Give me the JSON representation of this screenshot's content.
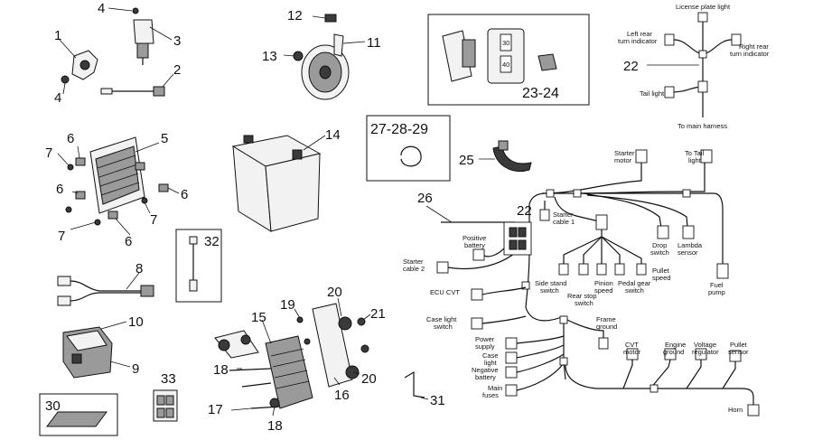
{
  "callouts": {
    "c1": "1",
    "c2": "2",
    "c3": "3",
    "c4a": "4",
    "c4b": "4",
    "c5": "5",
    "c6a": "6",
    "c6b": "6",
    "c6c": "6",
    "c6d": "6",
    "c7a": "7",
    "c7b": "7",
    "c7c": "7",
    "c8": "8",
    "c9": "9",
    "c10": "10",
    "c11": "11",
    "c12": "12",
    "c13": "13",
    "c14": "14",
    "c15": "15",
    "c16": "16",
    "c17": "17",
    "c18a": "18",
    "c18b": "18",
    "c19": "19",
    "c20a": "20",
    "c20b": "20",
    "c21": "21",
    "c22a": "22",
    "c22b": "22",
    "c2324": "23-24",
    "c25": "25",
    "c26": "26",
    "c272829": "27-28-29",
    "c30": "30",
    "c31": "31",
    "c32": "32",
    "c33": "33"
  },
  "labels": {
    "license_plate_light": "License plate light",
    "left_rear_turn_1": "Left rear",
    "left_rear_turn_2": "turn indicator",
    "right_rear_turn_1": "Right rear",
    "right_rear_turn_2": "turn indicator",
    "tail_light": "Tail light",
    "to_main_harness": "To main harness",
    "starter_motor_1": "Starter",
    "starter_motor_2": "motor",
    "to_tail_light_1": "To Tail",
    "to_tail_light_2": "light",
    "starter_cable1_1": "Starter",
    "starter_cable1_2": "cable 1",
    "positive_battery_1": "Positive",
    "positive_battery_2": "battery",
    "starter_cable2_1": "Starter",
    "starter_cable2_2": "cable 2",
    "drop_switch_1": "Drop",
    "drop_switch_2": "switch",
    "lambda_sensor_1": "Lambda",
    "lambda_sensor_2": "sensor",
    "side_stand_1": "Side stand",
    "side_stand_2": "switch",
    "pinion_speed_1": "Pinion",
    "pinion_speed_2": "speed",
    "pedal_gear_1": "Pedal gear",
    "pedal_gear_2": "switch",
    "pullet_speed_1": "Pullet",
    "pullet_speed_2": "speed",
    "fuel_pump_1": "Fuel",
    "fuel_pump_2": "pump",
    "rear_stop_1": "Rear stop",
    "rear_stop_2": "switch",
    "ecu_cvt": "ECU CVT",
    "case_light_switch_1": "Case light",
    "case_light_switch_2": "switch",
    "frame_ground_1": "Frame",
    "frame_ground_2": "ground",
    "power_supply_1": "Power",
    "power_supply_2": "supply",
    "case_light_1": "Case",
    "case_light_2": "light",
    "negative_battery_1": "Negative",
    "negative_battery_2": "battery",
    "main_fuses_1": "Main",
    "main_fuses_2": "fuses",
    "cvt_motor_1": "CVT",
    "cvt_motor_2": "motor",
    "engine_ground_1": "Engine",
    "engine_ground_2": "ground",
    "voltage_regulator_1": "Voltage",
    "voltage_regulator_2": "regulator",
    "pullet_sensor_1": "Pullet",
    "pullet_sensor_2": "sensor",
    "horn": "Horn"
  },
  "relay_marks": {
    "r30": "30",
    "r40": "40"
  }
}
